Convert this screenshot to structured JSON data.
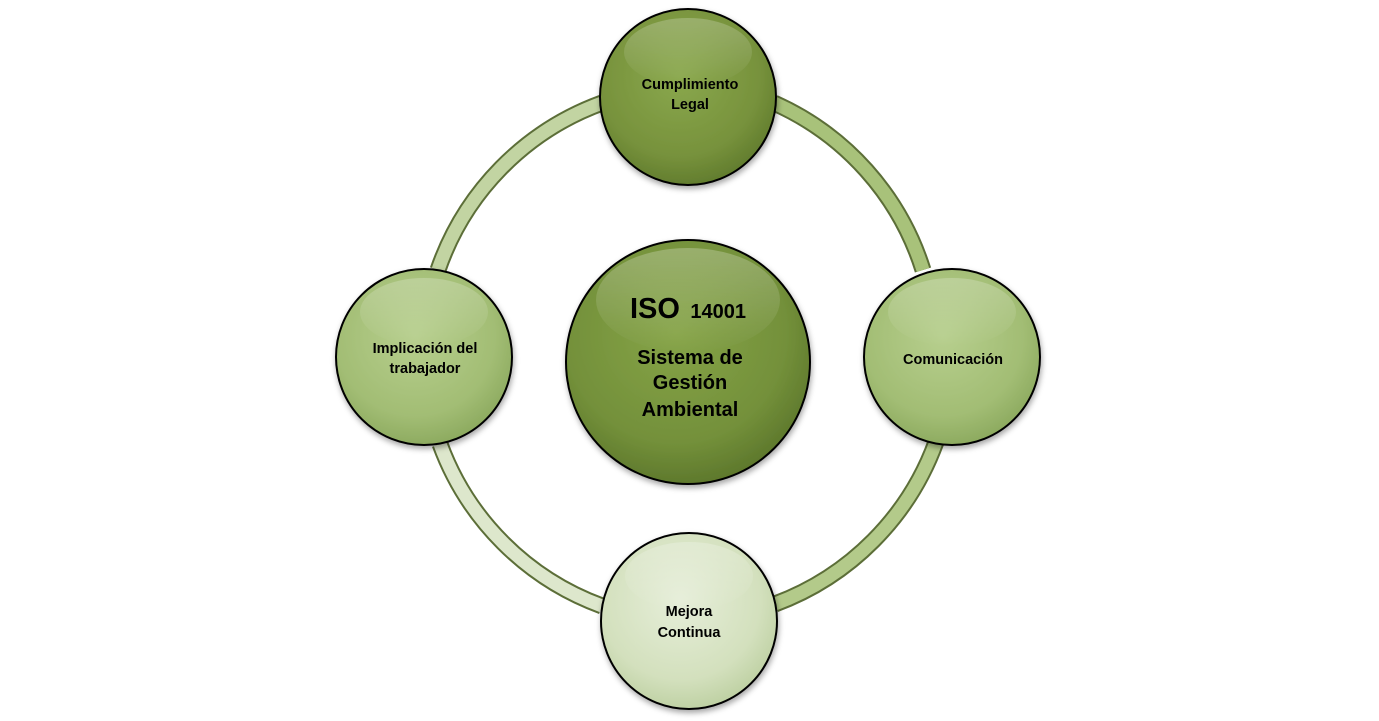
{
  "center": {
    "title_prefix": "ISO",
    "title_number": "14001",
    "subtitle_lines": [
      "Sistema de",
      "Gestión",
      "Ambiental"
    ]
  },
  "nodes": {
    "top": {
      "lines": [
        "Cumplimiento",
        "Legal"
      ]
    },
    "right": {
      "lines": [
        "Comunicación"
      ]
    },
    "bottom": {
      "lines": [
        "Mejora",
        "Continua"
      ]
    },
    "left": {
      "lines": [
        "Implicación del",
        "trabajador"
      ]
    }
  },
  "colors": {
    "dark_green": "#77923c",
    "mid_green": "#9bb96b",
    "light_green": "#d6e2c2",
    "ring_mid": "#b3ca8a",
    "ring_light": "#e4ecd6"
  }
}
